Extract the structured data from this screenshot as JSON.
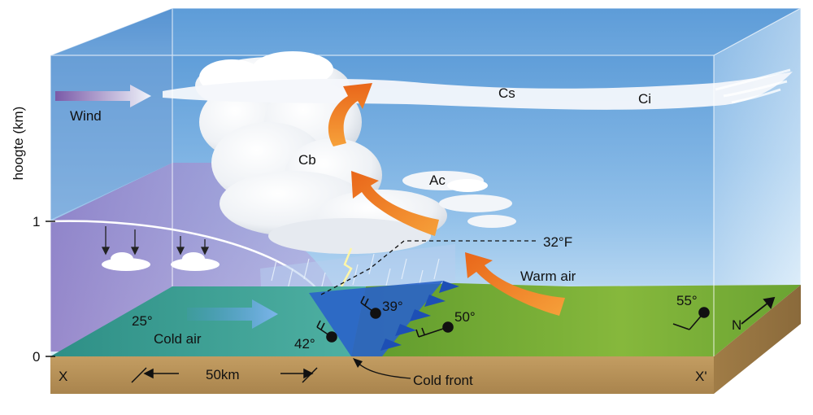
{
  "diagram": {
    "y_axis_label": "hoogte (km)",
    "y_ticks": [
      "1",
      "0"
    ],
    "labels": {
      "wind": "Wind",
      "cs": "Cs",
      "ci": "Ci",
      "cb": "Cb",
      "ac": "Ac",
      "freezing_line": "32°F",
      "warm_air": "Warm air",
      "cold_air": "Cold air",
      "cold_front": "Cold front",
      "distance": "50km",
      "x_start": "X",
      "x_end": "X'",
      "north": "N"
    },
    "temperatures": {
      "t25": "25°",
      "t42": "42°",
      "t39": "39°",
      "t50": "50°",
      "t55": "55°"
    },
    "colors": {
      "sky_top": "#6fa9de",
      "sky_bottom": "#cfe4f6",
      "cold_air_mass": "#9a86c9",
      "warm_ground": "#7fb23a",
      "cold_ground": "#3fa59a",
      "soil": "#b8925a",
      "front_blue": "#1f5fd0",
      "arrow_orange": "#f07d1c",
      "cold_arrow": "#4f8fe0"
    }
  }
}
